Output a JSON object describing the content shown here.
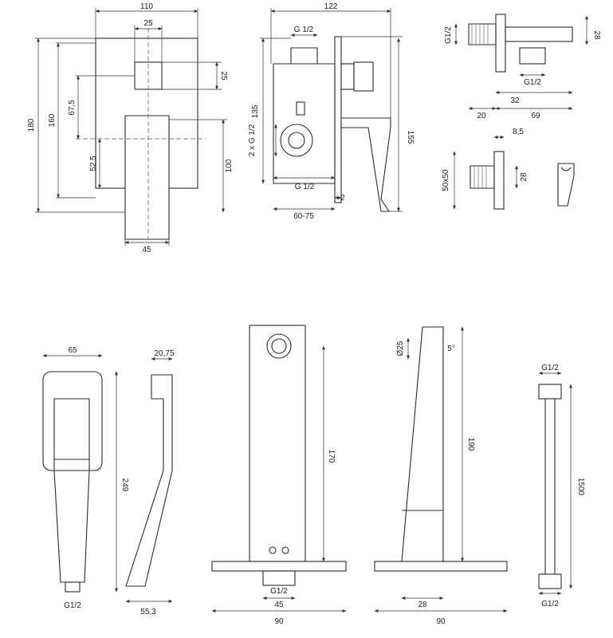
{
  "labels": {
    "d110": "110",
    "d25a": "25",
    "d25b": "25",
    "d180": "180",
    "d160": "160",
    "d67_5": "67,5",
    "d52_5": "52,5",
    "d100": "100",
    "d45a": "45",
    "d122": "122",
    "g12a": "G 1/2",
    "d135": "135",
    "g12b": "2 x G 1/2",
    "g12c": "G 1/2",
    "d2": "2",
    "d60_75": "60-75",
    "d155": "155",
    "g12d": "G1/2",
    "d28a": "28",
    "g12e": "G1/2",
    "d32": "32",
    "d20": "20",
    "d69": "69",
    "d8_5": "8,5",
    "d50x50": "50x50",
    "d28b": "28",
    "d65": "65",
    "d249": "249",
    "g12f": "G1/2",
    "d20_75": "20,75",
    "d55_3": "55,3",
    "d170": "170",
    "g12g": "G1/2",
    "d45b": "45",
    "d90a": "90",
    "d25c": "Ø25",
    "d5deg": "5°",
    "d190": "190",
    "d28c": "28",
    "d90b": "90",
    "g12h": "G1/2",
    "d1500": "1500",
    "g12i": "G1/2"
  }
}
